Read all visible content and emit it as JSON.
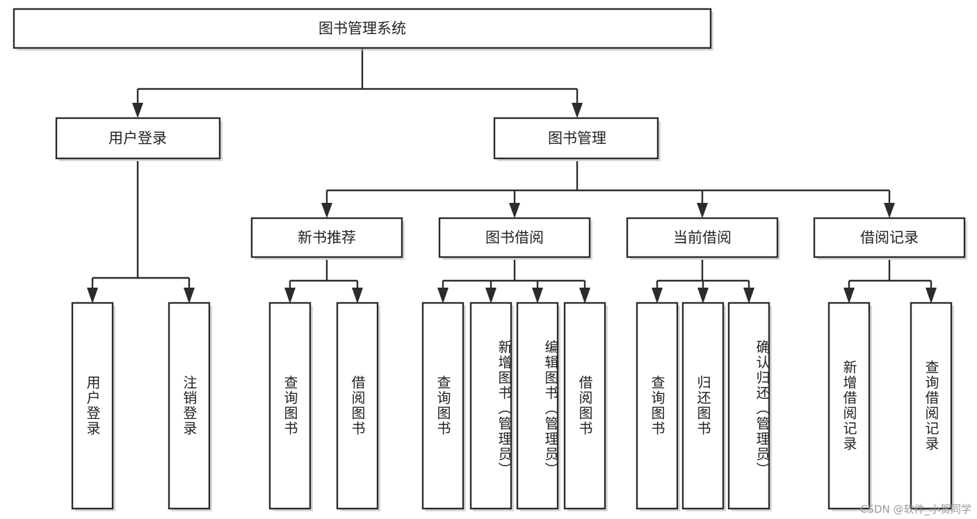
{
  "diagram": {
    "title_node": {
      "label": "图书管理系统"
    },
    "level2": [
      {
        "label": "用户登录"
      },
      {
        "label": "图书管理"
      }
    ],
    "level3": [
      {
        "label": "新书推荐"
      },
      {
        "label": "图书借阅"
      },
      {
        "label": "当前借阅"
      },
      {
        "label": "借阅记录"
      }
    ],
    "leaves": [
      {
        "label": "用户登录",
        "parent": "用户登录"
      },
      {
        "label": "注销登录",
        "parent": "用户登录"
      },
      {
        "label": "查询图书",
        "parent": "新书推荐"
      },
      {
        "label": "借阅图书",
        "parent": "新书推荐"
      },
      {
        "label": "查询图书",
        "parent": "图书借阅"
      },
      {
        "label": "新增图书（管理员）",
        "parent": "图书借阅"
      },
      {
        "label": "编辑图书（管理员）",
        "parent": "图书借阅"
      },
      {
        "label": "借阅图书",
        "parent": "图书借阅"
      },
      {
        "label": "查询图书",
        "parent": "当前借阅"
      },
      {
        "label": "归还图书",
        "parent": "当前借阅"
      },
      {
        "label": "确认归还（管理员）",
        "parent": "当前借阅"
      },
      {
        "label": "新增借阅记录",
        "parent": "借阅记录"
      },
      {
        "label": "查询借阅记录",
        "parent": "借阅记录"
      }
    ],
    "watermark": "CSDN @软件_小贺同学",
    "colors": {
      "stroke": "#2b2b2b",
      "text": "#222222",
      "background": "#ffffff",
      "watermark": "#9a9a9a"
    }
  }
}
